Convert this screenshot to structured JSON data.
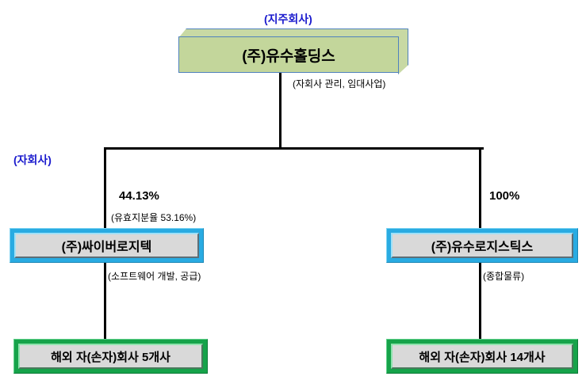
{
  "diagram": {
    "title_labels": {
      "holding_tag": "(지주회사)",
      "subsidiary_tag": "(자회사)"
    },
    "holding_company": {
      "name": "(주)유수홀딩스",
      "business": "(자회사 관리, 임대사업)"
    },
    "subsidiaries": [
      {
        "name": "(주)싸이버로지텍",
        "business": "(소프트웨어 개발, 공급)",
        "ownership": "44.13%",
        "effective_ownership": "(유효지분율 53.16%)",
        "child": "해외 자(손자)회사 5개사"
      },
      {
        "name": "(주)유수로지스틱스",
        "business": "(종합물류)",
        "ownership": "100%",
        "effective_ownership": "",
        "child": "해외 자(손자)회사 14개사"
      }
    ],
    "colors": {
      "annotation": "#1a1acd",
      "holding_fill": "#c3d69b",
      "holding_border": "#4f81bd",
      "subsidiary_border": "#29abe2",
      "grandchild_border": "#16a34a",
      "box_fill": "#d9d9d9",
      "line": "#000000"
    }
  }
}
